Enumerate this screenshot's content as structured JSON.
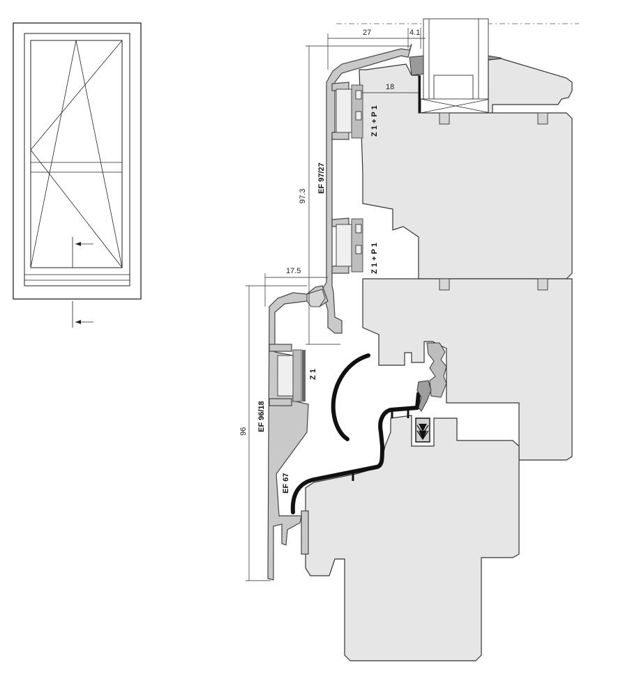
{
  "dimensions": {
    "top_width_1": "27",
    "top_width_2": "4.1",
    "inner_18": "18",
    "height_97_3": "97.3",
    "width_17_5": "17.5",
    "height_96": "96"
  },
  "labels": {
    "profile_upper": "EF 97/27",
    "profile_lower": "EF 96/18",
    "profile_drip": "EF 67",
    "hardware_upper_1": "Z 1 + P 1",
    "hardware_upper_2": "Z 1 + P 1",
    "hardware_lower": "Z 1"
  }
}
